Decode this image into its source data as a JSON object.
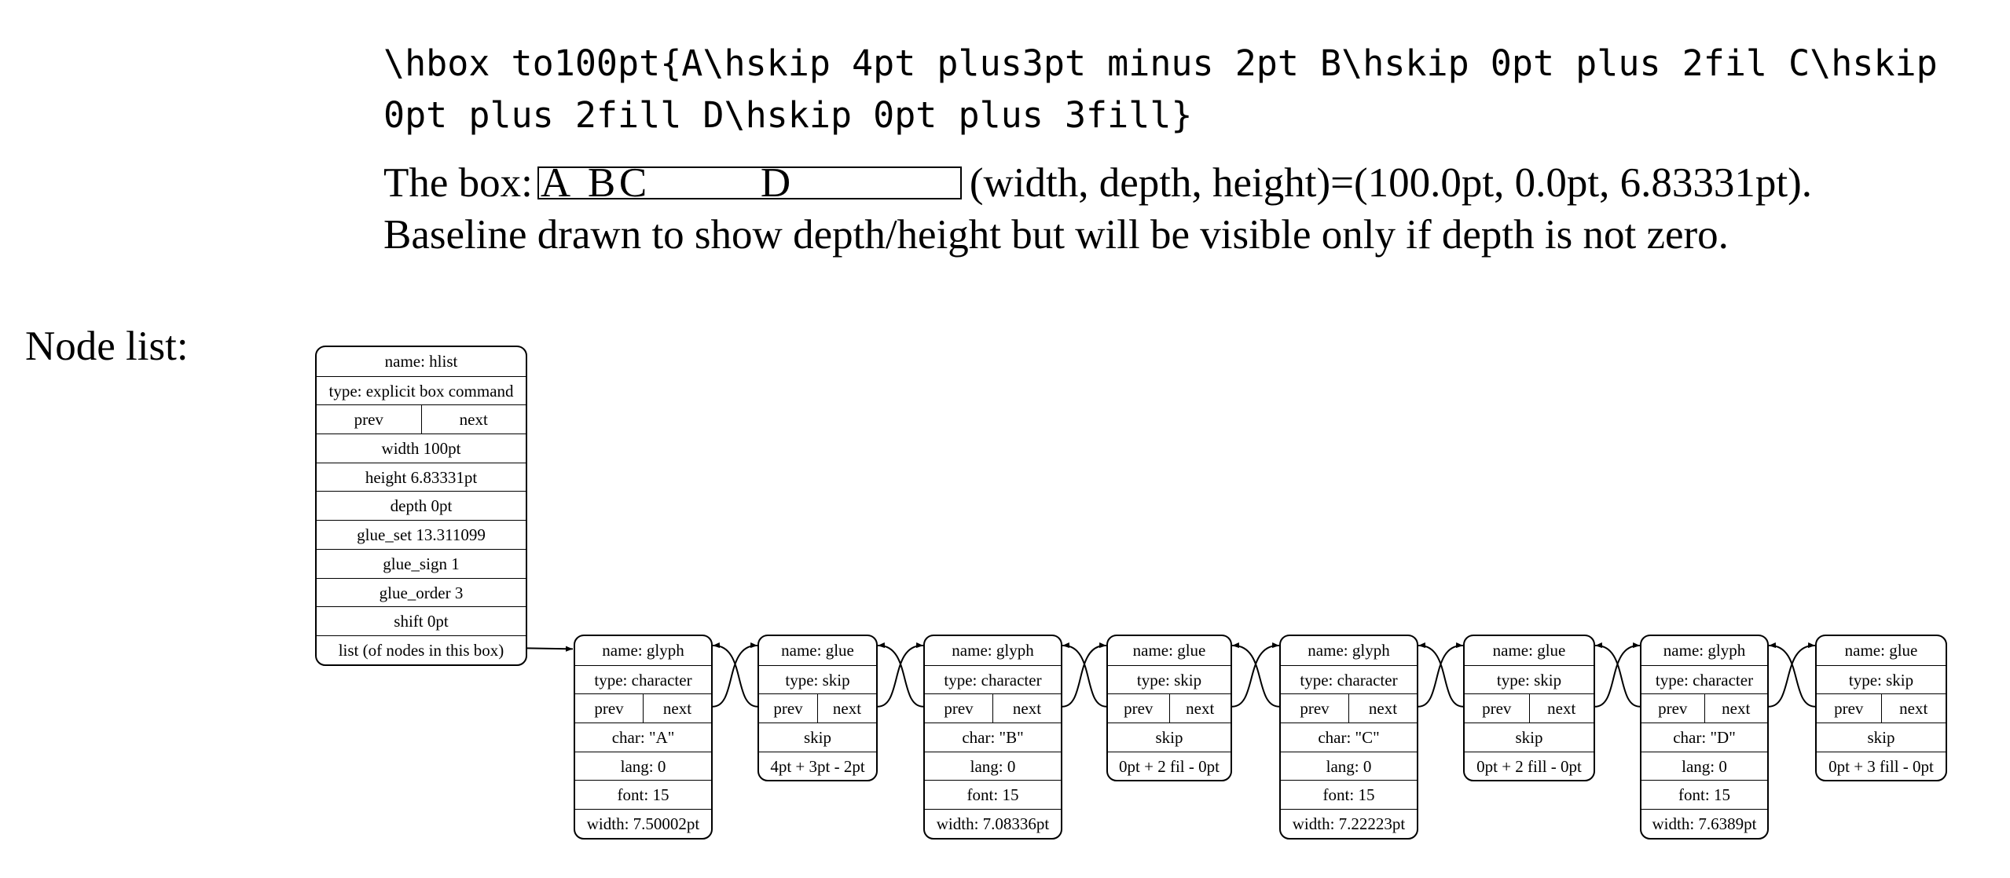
{
  "code": {
    "line1": "\\hbox to100pt{A\\hskip 4pt plus3pt minus 2pt B\\hskip 0pt plus 2fil C\\hskip",
    "line2": "0pt plus 2fill D\\hskip 0pt plus 3fill}"
  },
  "prose": {
    "box_prefix": "The box:",
    "box_letters": [
      "A",
      "B",
      "C",
      "D"
    ],
    "box_suffix": "(width, depth, height)=(100.0pt, 0.0pt, 6.83331pt).",
    "baseline_note": "Baseline drawn to show depth/height but will be visible only if depth is not zero."
  },
  "node_list_label": "Node list:",
  "hlist": {
    "name": "name: hlist",
    "type": "type: explicit box command",
    "prev": "prev",
    "next": "next",
    "width": "width 100pt",
    "height": "height 6.83331pt",
    "depth": "depth 0pt",
    "glue_set": "glue_set 13.311099",
    "glue_sign": "glue_sign 1",
    "glue_order": "glue_order 3",
    "shift": "shift 0pt",
    "list": "list (of nodes in this box)"
  },
  "nodes": [
    {
      "kind": "glyph",
      "name": "name: glyph",
      "type": "type: character",
      "prev": "prev",
      "next": "next",
      "char": "char: \"A\"",
      "lang": "lang: 0",
      "font": "font: 15",
      "width": "width: 7.50002pt"
    },
    {
      "kind": "glue",
      "name": "name: glue",
      "type": "type: skip",
      "prev": "prev",
      "next": "next",
      "sub": "skip",
      "spec": "4pt + 3pt - 2pt"
    },
    {
      "kind": "glyph",
      "name": "name: glyph",
      "type": "type: character",
      "prev": "prev",
      "next": "next",
      "char": "char: \"B\"",
      "lang": "lang: 0",
      "font": "font: 15",
      "width": "width: 7.08336pt"
    },
    {
      "kind": "glue",
      "name": "name: glue",
      "type": "type: skip",
      "prev": "prev",
      "next": "next",
      "sub": "skip",
      "spec": "0pt + 2 fil - 0pt"
    },
    {
      "kind": "glyph",
      "name": "name: glyph",
      "type": "type: character",
      "prev": "prev",
      "next": "next",
      "char": "char: \"C\"",
      "lang": "lang: 0",
      "font": "font: 15",
      "width": "width: 7.22223pt"
    },
    {
      "kind": "glue",
      "name": "name: glue",
      "type": "type: skip",
      "prev": "prev",
      "next": "next",
      "sub": "skip",
      "spec": "0pt + 2 fill - 0pt"
    },
    {
      "kind": "glyph",
      "name": "name: glyph",
      "type": "type: character",
      "prev": "prev",
      "next": "next",
      "char": "char: \"D\"",
      "lang": "lang: 0",
      "font": "font: 15",
      "width": "width: 7.6389pt"
    },
    {
      "kind": "glue",
      "name": "name: glue",
      "type": "type: skip",
      "prev": "prev",
      "next": "next",
      "sub": "skip",
      "spec": "0pt + 3 fill - 0pt"
    }
  ]
}
